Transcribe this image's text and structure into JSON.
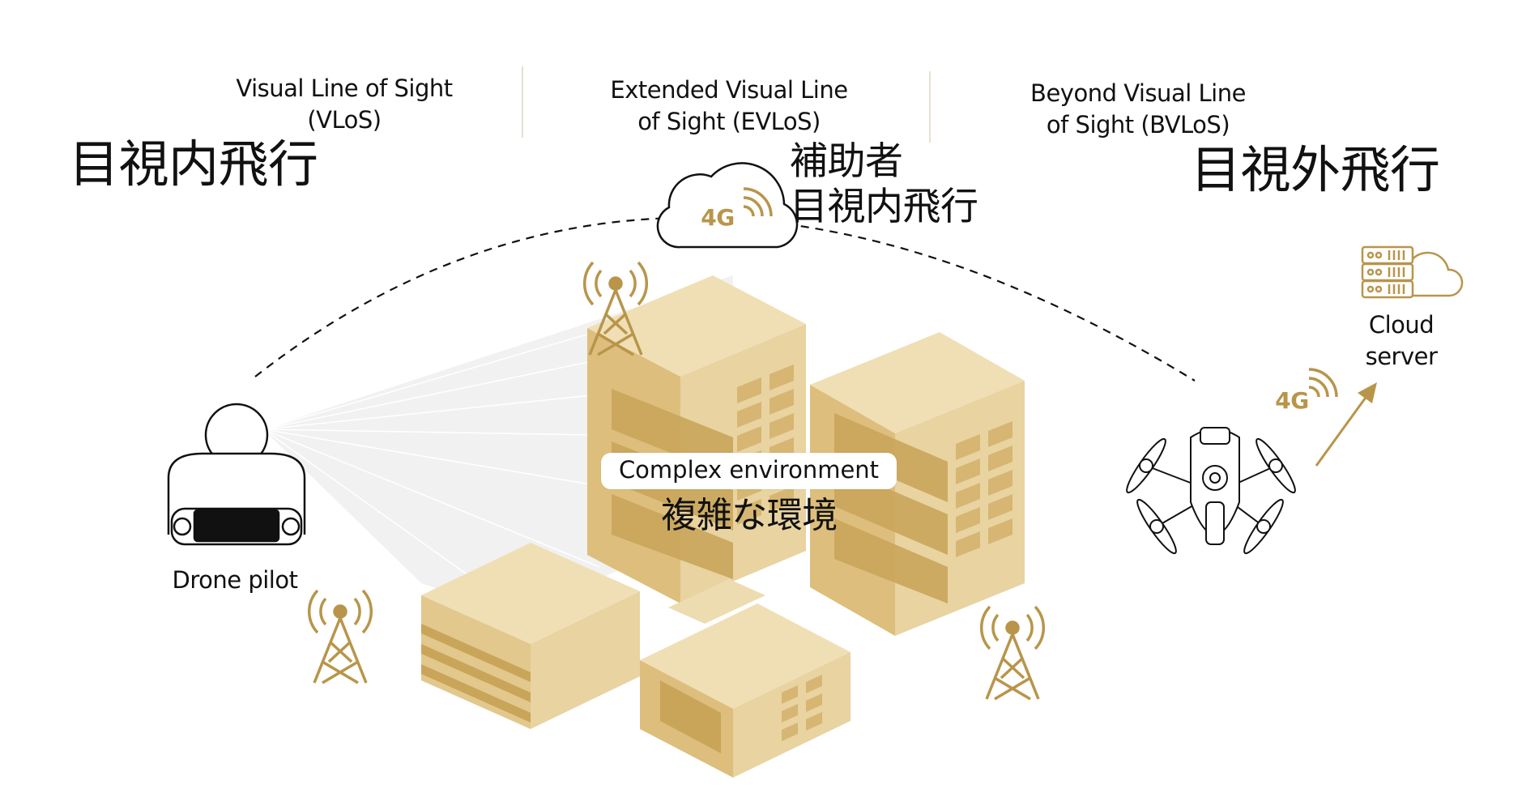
{
  "modes": [
    {
      "en_line1": "Visual Line of Sight",
      "en_line2": "(VLoS)",
      "jp": "目視内飛行"
    },
    {
      "en_line1": "Extended Visual Line",
      "en_line2": "of Sight (EVLoS)",
      "jp_line1": "補助者",
      "jp_line2": "目視内飛行"
    },
    {
      "en_line1": "Beyond Visual Line",
      "en_line2": "of Sight (BVLoS)",
      "jp": "目視外飛行"
    }
  ],
  "network": {
    "cloud_badge": "4G",
    "drone_badge": "4G"
  },
  "cloud_server": {
    "line1": "Cloud",
    "line2": "server"
  },
  "pilot": {
    "label": "Drone pilot"
  },
  "environment": {
    "en": "Complex environment",
    "jp": "複雑な環境"
  },
  "colors": {
    "gold": "#B8954A",
    "gold_light": "#E9D6A9",
    "gold_mid": "#D9BE7E",
    "gold_dark": "#C7A35A",
    "line": "#111111",
    "divider": "#E6E0D2"
  }
}
